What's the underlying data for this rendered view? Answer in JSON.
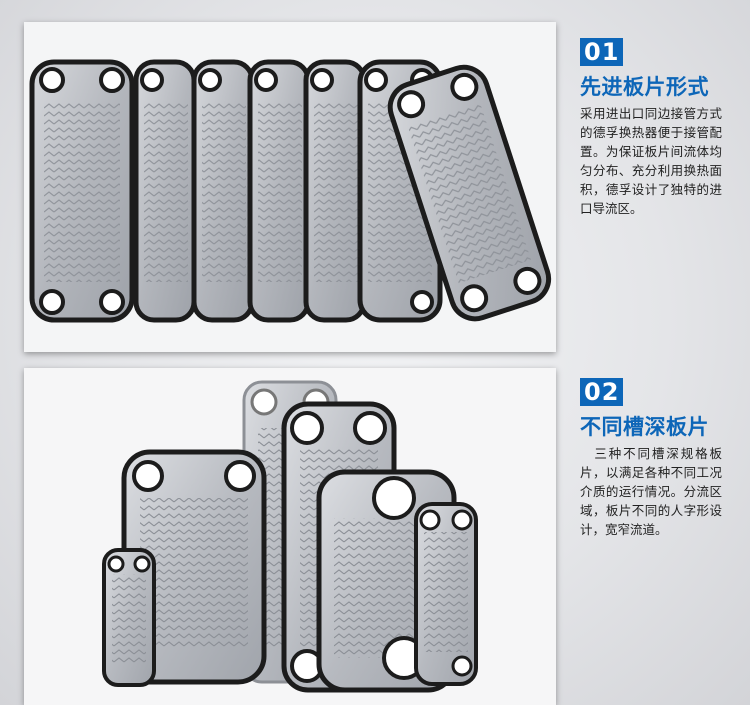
{
  "section1": {
    "number": "01",
    "title": "先进板片形式",
    "body": "采用进出口同边接管方式的德孚换热器便于接管配置。为保证板片间流体均匀分布、充分利用换热面积，德孚设计了独特的进口导流区。"
  },
  "section2": {
    "number": "02",
    "title": "不同槽深板片",
    "body": "　三种不同槽深规格板片，以满足各种不同工况介质的运行情况。分流区域，板片不同的人字形设计，宽窄流道。"
  },
  "colors": {
    "accent": "#0d66b8",
    "gasket": "#1c1c1c",
    "plate": "#b9bcc2"
  }
}
